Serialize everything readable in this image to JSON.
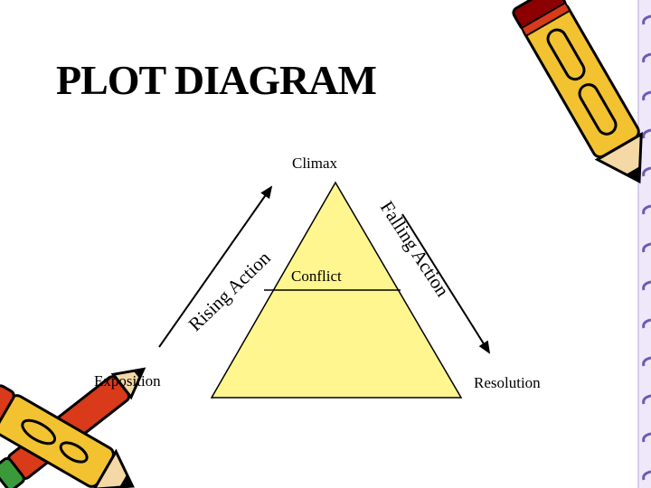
{
  "title": "PLOT DIAGRAM",
  "labels": {
    "climax": "Climax",
    "rising": "Rising Action",
    "falling": "Falling Action",
    "conflict": "Conflict",
    "exposition": "Exposition",
    "resolution": "Resolution"
  },
  "colors": {
    "triangle_fill": "#FFF68F",
    "line": "#000000",
    "pencil_body": "#F2C230",
    "pencil_stripe": "#D83A1A",
    "pencil_eraser": "#8B0000",
    "notebook_margin": "#D8CCEF",
    "notebook_rings": "#6B5BB5"
  },
  "icons": [
    "pencil-icon-top",
    "pencils-icon-bottom",
    "notebook-binding-icon"
  ]
}
